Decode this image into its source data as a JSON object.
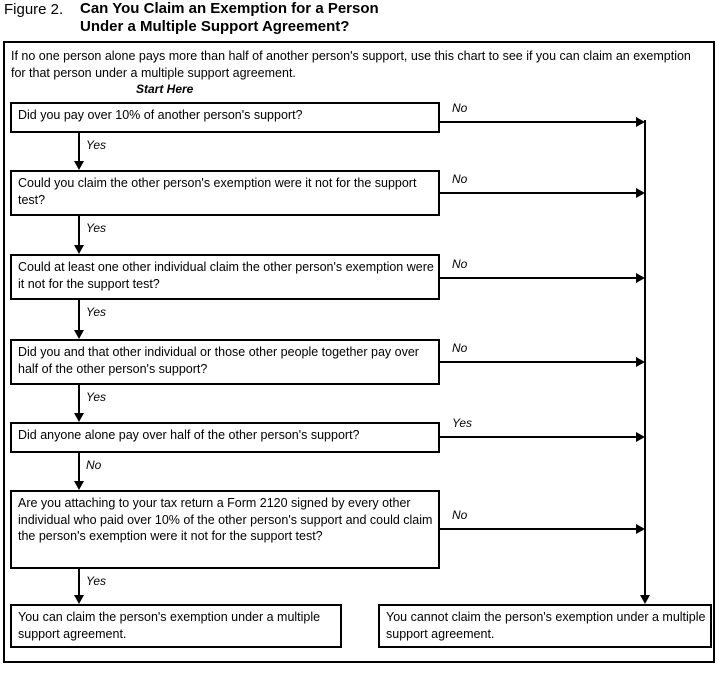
{
  "figure": {
    "caption": "Figure 2.",
    "title_line1": "Can You Claim an Exemption for a Person",
    "title_line2": "Under a Multiple Support Agreement?"
  },
  "intro": {
    "text": "If no one person alone pays more than half of another person's support, use this chart to see if you can claim an exemption for that person under a multiple support agreement."
  },
  "start_here_label": "Start Here",
  "nodes": [
    {
      "id": "q1",
      "text": "Did you pay over 10% of another person's support?",
      "down_label": "Yes",
      "right_label": "No"
    },
    {
      "id": "q2",
      "text": "Could you claim the other person's exemption were it not for the support test?",
      "down_label": "Yes",
      "right_label": "No"
    },
    {
      "id": "q3",
      "text": "Could at least one other individual claim the other person's exemption were it not for the support test?",
      "down_label": "Yes",
      "right_label": "No"
    },
    {
      "id": "q4",
      "text": "Did you and that other individual or those other people together pay over half of the other person's support?",
      "down_label": "Yes",
      "right_label": "No"
    },
    {
      "id": "q5",
      "text": "Did anyone alone pay over half of the other person's support?",
      "down_label": "No",
      "right_label": "Yes"
    },
    {
      "id": "q6",
      "text": "Are you attaching to your tax return a Form 2120 signed by every other individual who paid over 10% of the other person's support and could claim the person's exemption were it not for the support test?",
      "down_label": "Yes",
      "right_label": "No"
    }
  ],
  "outcomes": {
    "yes": "You can claim the person's exemption under a multiple support agreement.",
    "no": "You cannot claim the person's exemption under a multiple support agreement."
  },
  "colors": {
    "ink": "#000000",
    "paper": "#ffffff"
  }
}
